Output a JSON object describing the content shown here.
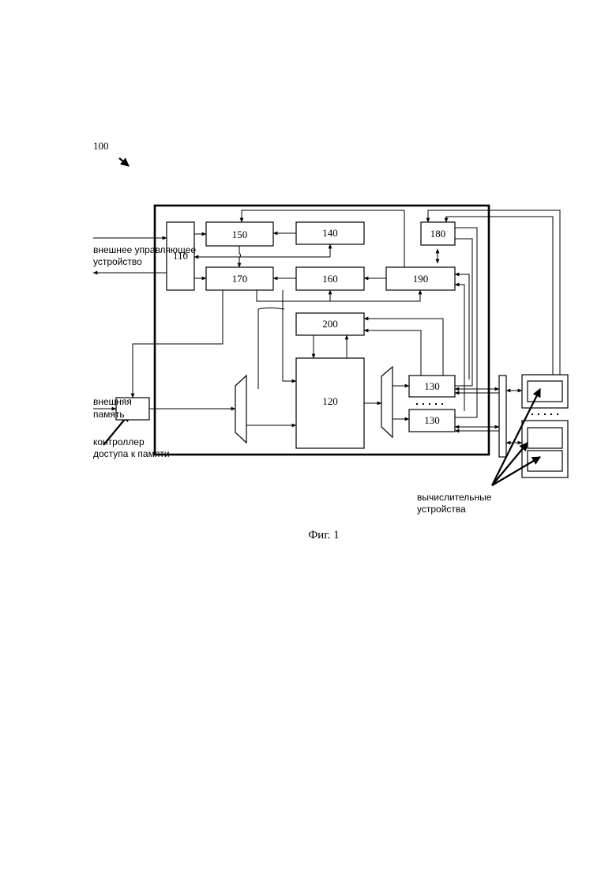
{
  "figure": {
    "ref_label": "100",
    "caption": "Фиг. 1"
  },
  "blocks": {
    "b110": "110",
    "b120": "120",
    "b130a": "130",
    "b130b": "130",
    "b140": "140",
    "b150": "150",
    "b160": "160",
    "b170": "170",
    "b180": "180",
    "b190": "190",
    "b200": "200"
  },
  "labels": {
    "external_control_line1": "внешнее управляющее",
    "external_control_line2": "устройство",
    "external_memory_line1": "внешняя",
    "external_memory_line2": "память",
    "mem_controller_line1": "контроллер",
    "mem_controller_line2": "доступа к памяти",
    "computing_devices_line1": "вычислительные",
    "computing_devices_line2": "устройства"
  }
}
